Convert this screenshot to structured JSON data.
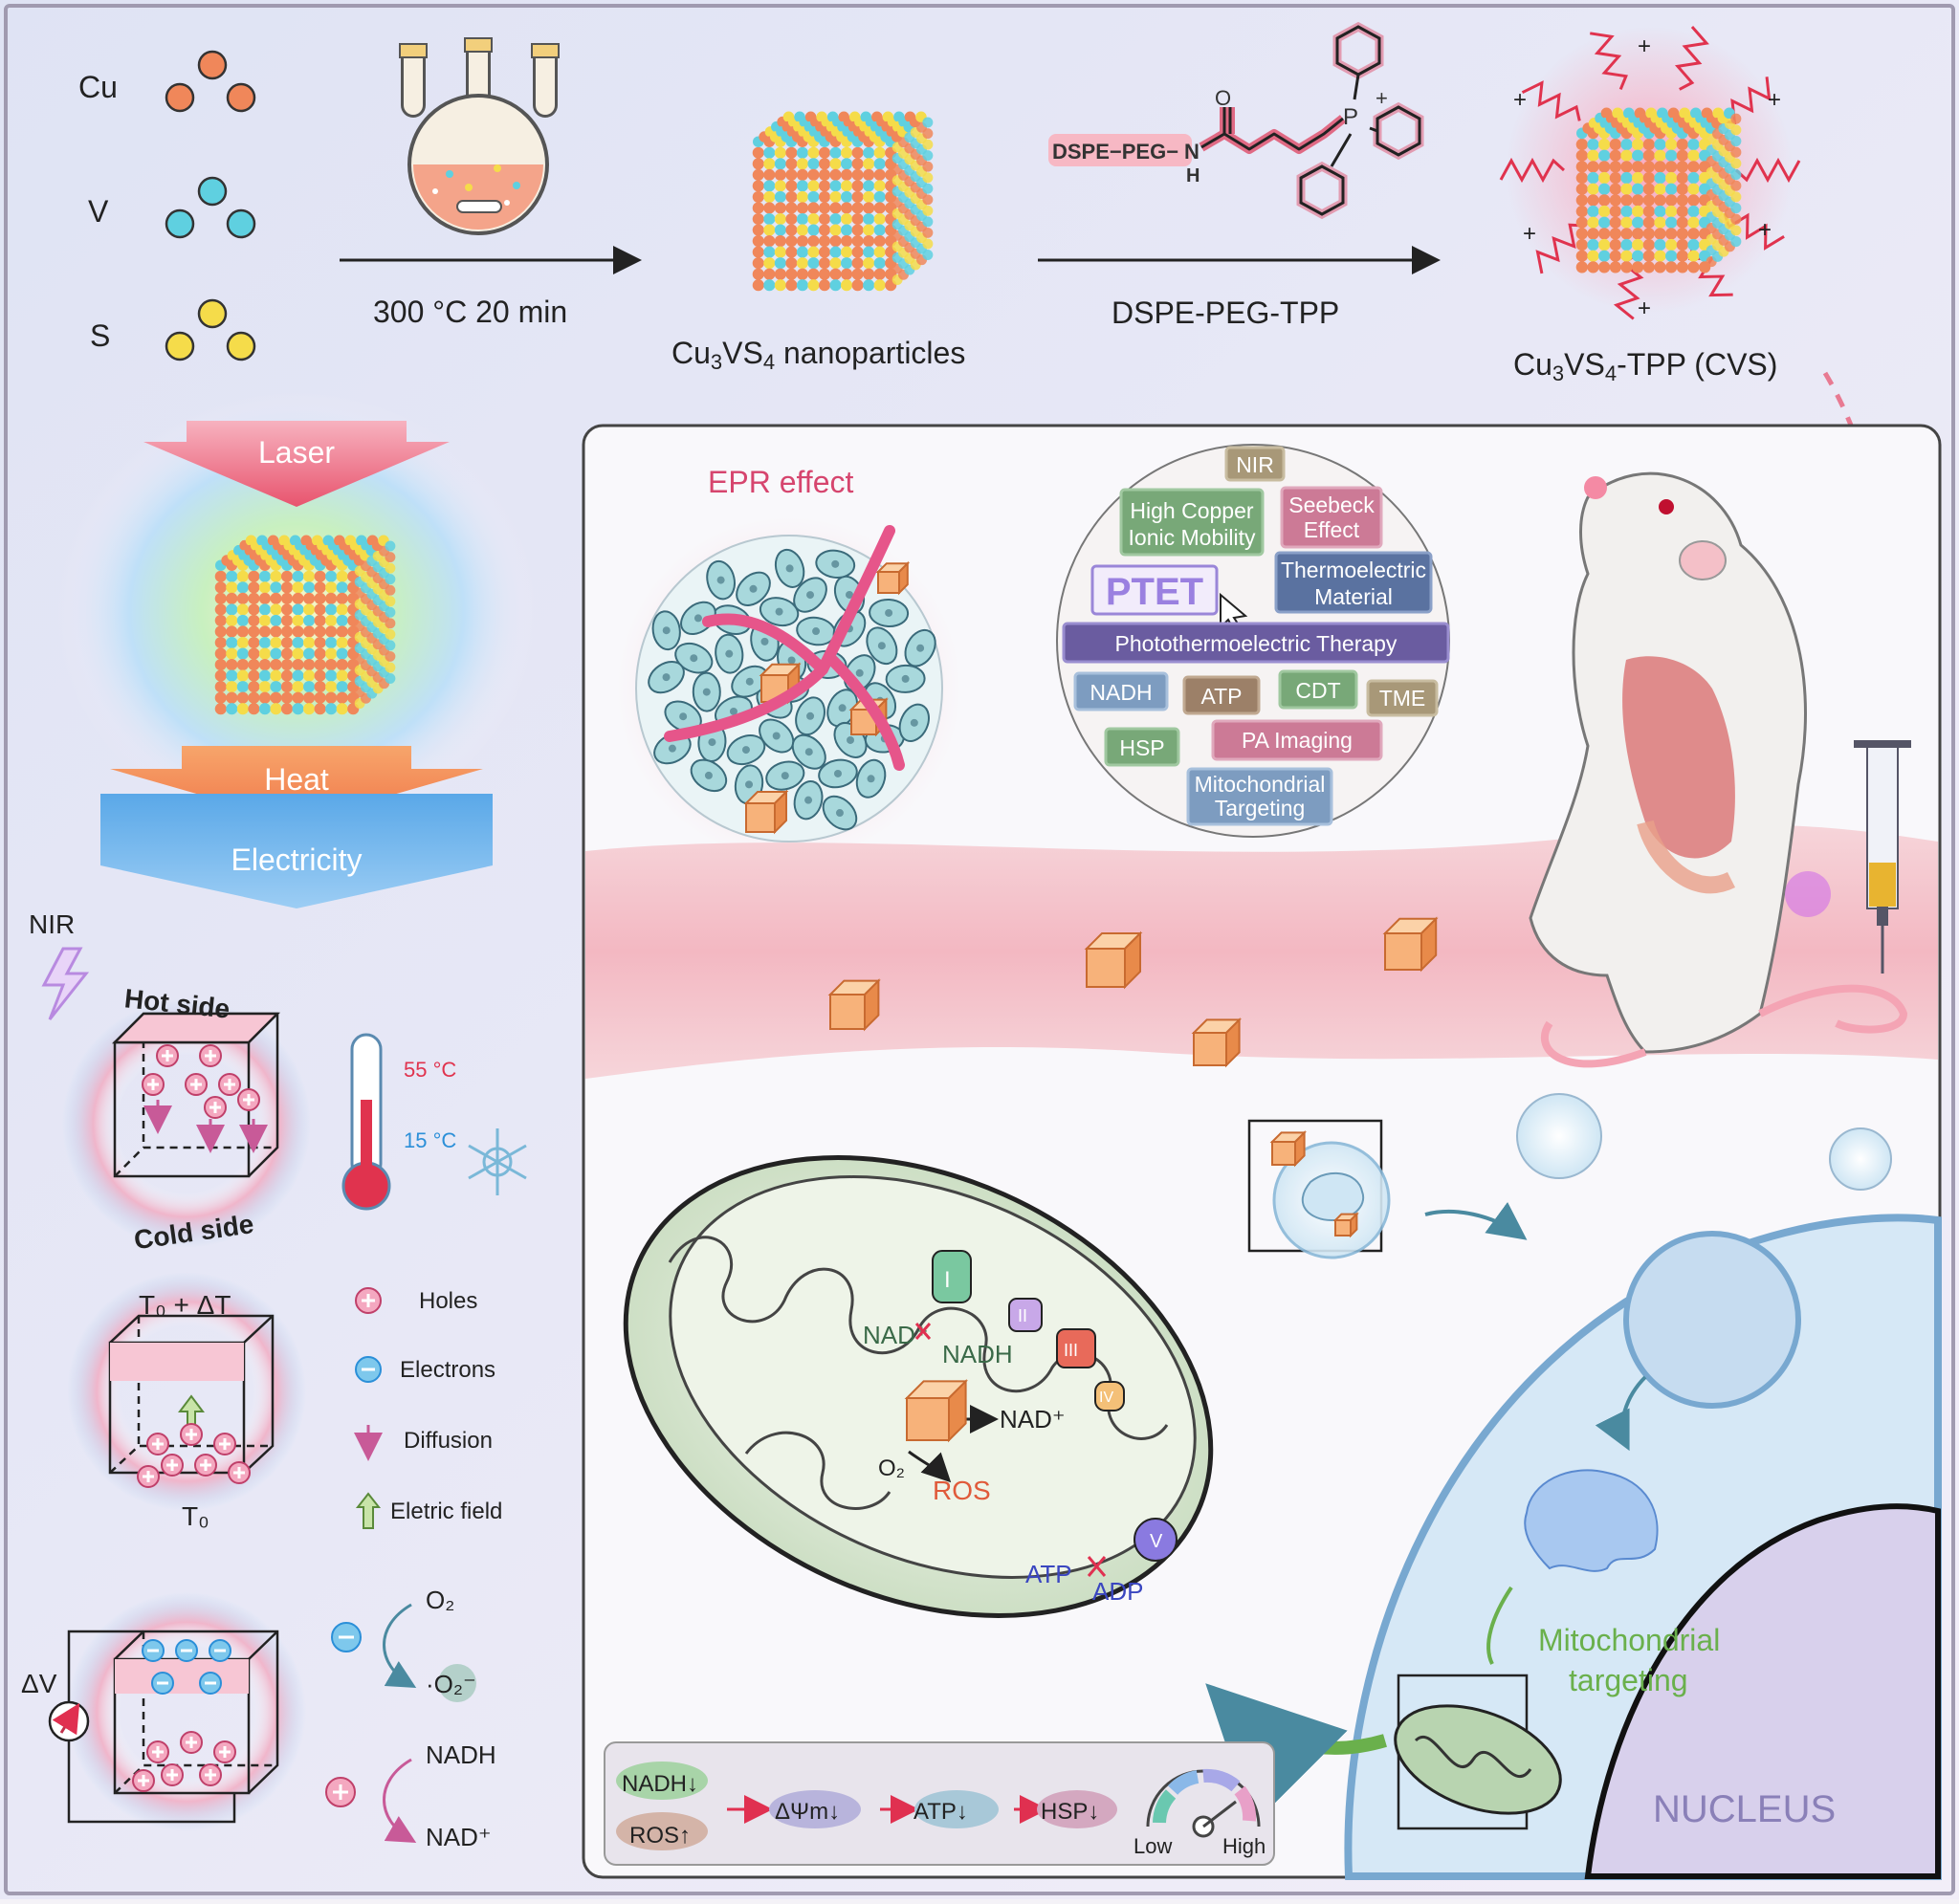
{
  "synthesis": {
    "elements": [
      "Cu",
      "V",
      "S"
    ],
    "reaction_condition": "300 °C  20 min",
    "np_sub_pre": "Cu",
    "np_sub_3": "3",
    "np_sub_mid": "VS",
    "np_sub_4": "4",
    "np_label_rest": " nanoparticles",
    "modifier": "DSPE-PEG-TPP",
    "mol_dspe": "DSPE−PEG−",
    "mol_n": "N",
    "mol_h": "H",
    "mol_o": "O",
    "mol_p": "P",
    "mol_plus": "+",
    "cvs_pre": "Cu",
    "cvs_3": "3",
    "cvs_mid": "VS",
    "cvs_4": "4",
    "cvs_rest": "-TPP (CVS)"
  },
  "energy": {
    "laser": "Laser",
    "heat": "Heat",
    "electricity": "Electricity"
  },
  "thermo": {
    "nir": "NIR",
    "hot_side": "Hot side",
    "cold_side": "Cold side",
    "temp_high": "55 °C",
    "temp_low": "15 °C",
    "t0_dt": "T₀ + ΔT",
    "t0": "T₀",
    "dv": "ΔV"
  },
  "legend": {
    "holes": "Holes",
    "electrons": "Electrons",
    "diffusion": "Diffusion",
    "field": "Eletric field"
  },
  "redox": {
    "o2": "O₂",
    "o2_radical": "·O₂⁻",
    "nadh": "NADH",
    "nad": "NAD⁺"
  },
  "epr": "EPR effect",
  "keywords": {
    "nir": "NIR",
    "copper_1": "High Copper",
    "copper_2": "Ionic Mobility",
    "seebeck_1": "Seebeck",
    "seebeck_2": "Effect",
    "ptet": "PTET",
    "thermo_1": "Thermoelectric",
    "thermo_2": "Material",
    "therapy": "Photothermoelectric Therapy",
    "nadh": "NADH",
    "atp": "ATP",
    "cdt": "CDT",
    "tme": "TME",
    "hsp": "HSP",
    "pa": "PA Imaging",
    "mito_1": "Mitochondrial",
    "mito_2": "Targeting"
  },
  "mito": {
    "c1": "I",
    "c2": "II",
    "c3": "III",
    "c4": "IV",
    "c5": "V",
    "nad": "NAD⁺",
    "nadh": "NADH",
    "nad2": "NAD⁺",
    "o2": "O₂",
    "ros": "ROS",
    "atp": "ATP",
    "adp": "ADP"
  },
  "targeting_1": "Mitochondrial",
  "targeting_2": "targeting",
  "nucleus": "NUCLEUS",
  "flow": {
    "nadh": "NADH↓",
    "ros": "ROS↑",
    "dpsi": "ΔΨm↓",
    "atp": "ATP↓",
    "hsp": "HSP↓",
    "low": "Low",
    "high": "High"
  },
  "colors": {
    "cu": "#f0875a",
    "v": "#5fd0e0",
    "s": "#f5dc4a",
    "pink": "#e0466e",
    "blue": "#2b8fd8",
    "green": "#6ab04c",
    "tag_green": "#78a878",
    "tag_brown": "#a89878",
    "tag_blue": "#7d9cc0",
    "tag_rose": "#cc7a96",
    "tag_slate": "#5a72a0",
    "tag_purple": "#7060a8"
  }
}
